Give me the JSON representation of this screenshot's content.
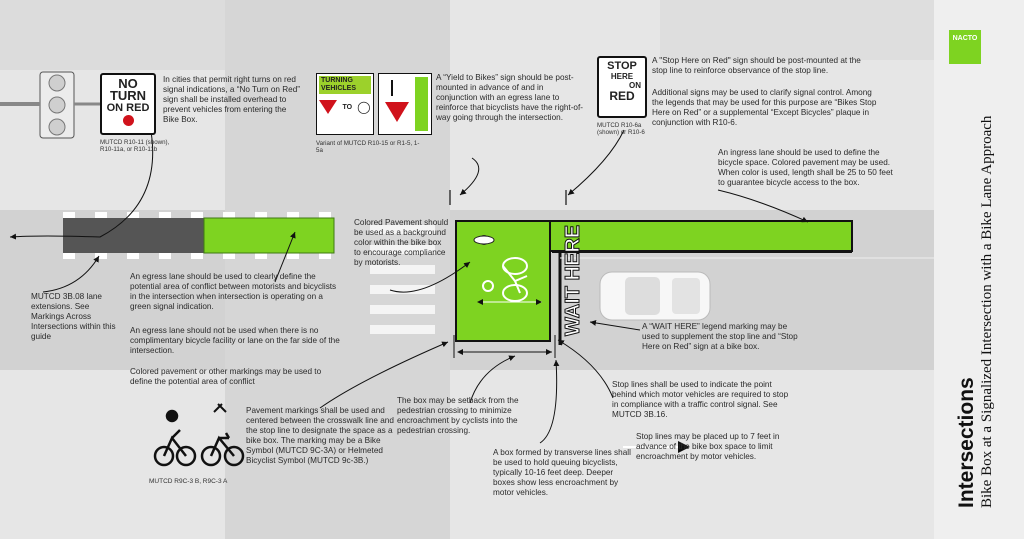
{
  "logo": {
    "text": "NACTO"
  },
  "title": {
    "main": "Intersections",
    "sub": "Bike Box  at a Signalized Intersection with a Bike Lane Approach"
  },
  "signs": {
    "no_turn": {
      "line1": "NO",
      "line2": "TURN",
      "line3": "ON RED"
    },
    "no_turn_caption": "MUTCD R10-11 (shown), R10-11a, or R10-11b",
    "turning": {
      "line1": "TURNING",
      "line2": "VEHICLES",
      "to": "TO"
    },
    "turning_caption": "Variant of MUTCD R10-15 or R1-5, 1-5a",
    "stop": {
      "line1": "STOP",
      "line2": "HERE",
      "line3": "ON",
      "line4": "RED"
    },
    "stop_caption": "MUTCD R10-6a (shown) or R10-6",
    "bike_caption": "MUTCD R9C-3 B,  R9C-3 A"
  },
  "notes": {
    "no_turn": "In cities that permit right turns on red signal indications, a “No Turn on Red” sign shall be installed overhead to prevent vehicles from entering the Bike Box.",
    "yield": "A “Yield to Bikes” sign should be post-mounted in advance of and in conjunction with an egress lane to reinforce that bicyclists have the right-of-way going through the intersection.",
    "stop_here_1": "A \"Stop Here on Red\" sign should be post-mounted at the stop line to reinforce observance of the stop line.",
    "stop_here_2": "Additional signs may be used to clarify signal control. Among the legends that may be used for this purpose are “Bikes Stop Here on Red” or a supplemental “Except Bicycles” plaque in conjunction with R10-6.",
    "ingress": "An ingress lane should be used to define the bicycle space. Colored pavement may be used. When color is used, length shall be 25 to 50 feet to guarantee bicycle access to the box.",
    "colored": "Colored Pavement should be used as a background color within the bike box to encourage compliance by motorists.",
    "egress_1": "An egress lane should be used to clearly define the potential area of conflict between motorists and bicyclists in the intersection when intersection is operating on a green signal indication.",
    "egress_2": "An egress lane should not be used when there is no complimentary bicycle facility or lane on the far side of the intersection.",
    "egress_3": "Colored pavement or other markings may be used to define the potential area of conflict",
    "mutcd_3b08": "MUTCD 3B.08 lane extensions. See Markings Across Intersections within this guide",
    "wait_here": "A “WAIT HERE” legend marking may be used to supplement the stop line and “Stop Here on Red” sign at a bike box.",
    "pavement": "Pavement markings shall be used and centered between the crosswalk line and the stop line to designate the space as a bike box. The marking may be a Bike Symbol (MUTCD 9C-3A) or Helmeted Bicyclist Symbol (MUTCD 9c-3B.)",
    "setback": "The box may be setback from the pedestrian crossing to minimize encroachment by cyclists into the pedestrian crossing.",
    "stop_lines_1": "Stop lines shall be used to indicate the point behind which motor vehicles are required to stop in compliance with a traffic control signal. See MUTCD 3B.16.",
    "stop_lines_2": "Stop lines may be placed up to 7 feet in advance of the bike box space to limit encroachment by motor vehicles.",
    "box_depth": "A box formed by transverse lines shall be used to hold queuing bicyclists, typically 10-16 feet deep. Deeper boxes show less encroachment by motor vehicles."
  },
  "marking": {
    "wait_here": "WAIT HERE"
  },
  "colors": {
    "green": "#7ed321",
    "road": "#cfcfcf",
    "asphalt": "#5a5a5a",
    "red": "#d0121b"
  }
}
